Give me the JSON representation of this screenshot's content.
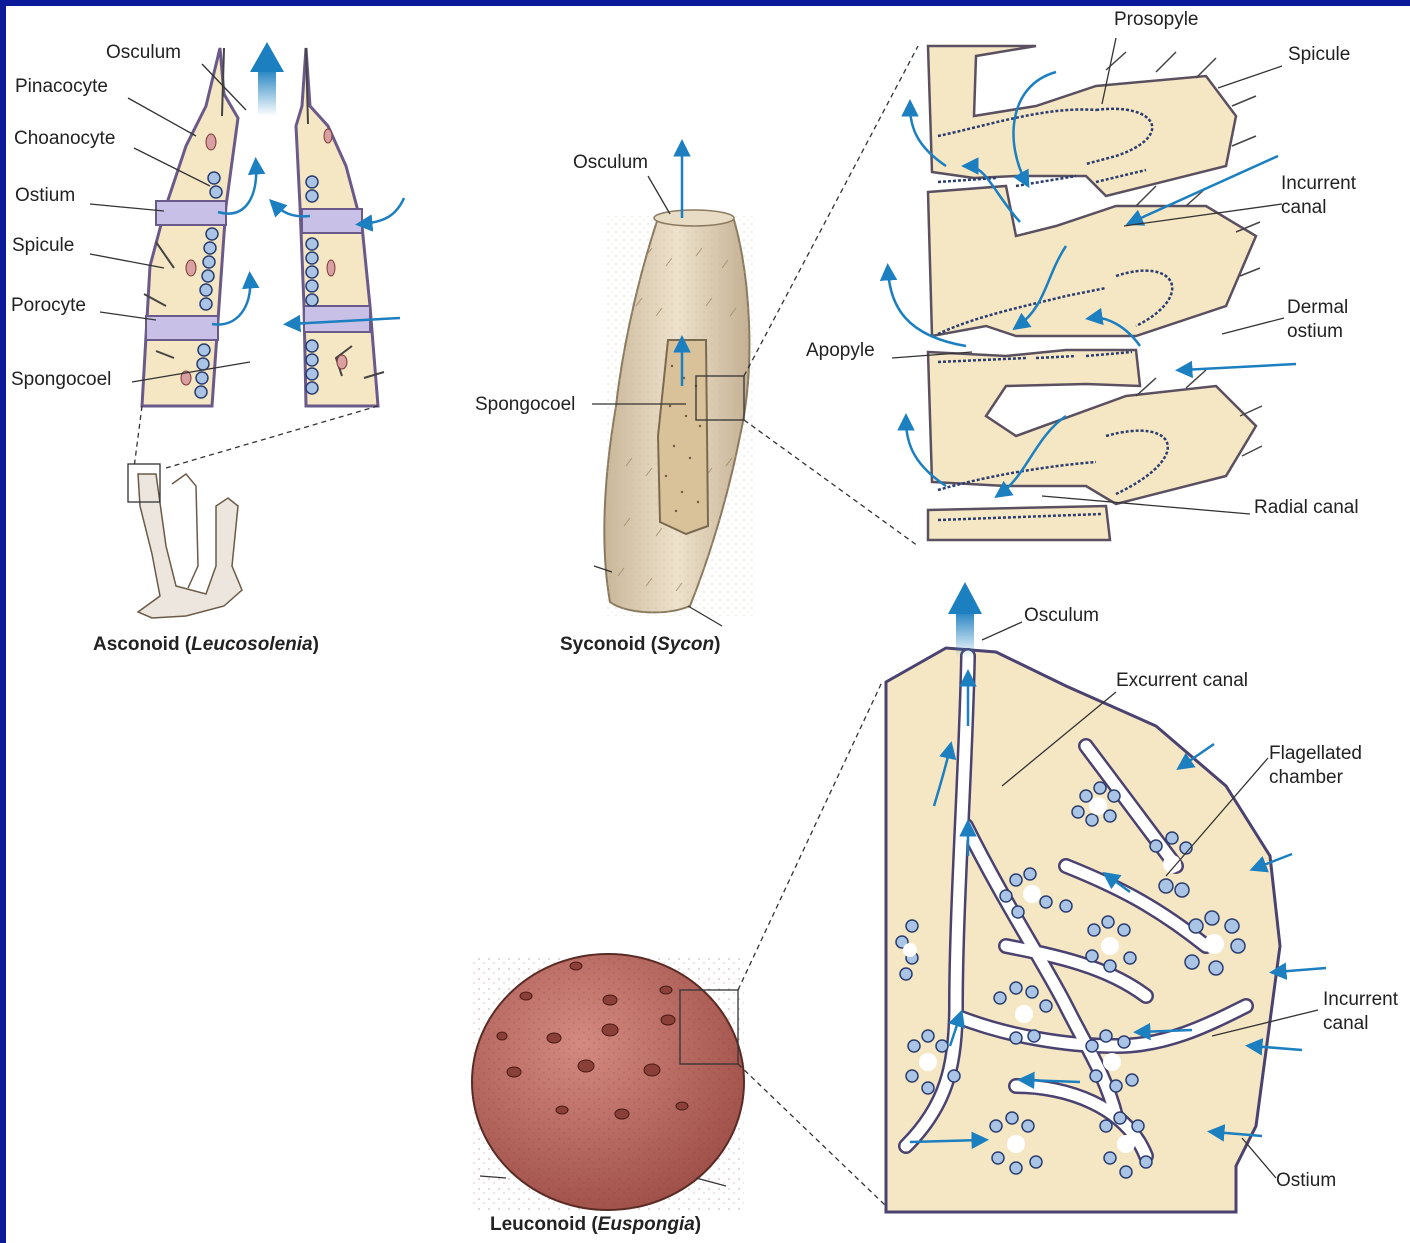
{
  "asconoid": {
    "labels": {
      "osculum": "Osculum",
      "pinacocyte": "Pinacocyte",
      "choanocyte": "Choanocyte",
      "ostium": "Ostium",
      "spicule": "Spicule",
      "porocyte": "Porocyte",
      "spongocoel": "Spongocoel"
    },
    "caption_type": "Asconoid",
    "caption_genus": "Leucosolenia"
  },
  "syconoid": {
    "labels": {
      "osculum": "Osculum",
      "spongocoel": "Spongocoel"
    },
    "caption_type": "Syconoid",
    "caption_genus": "Sycon"
  },
  "syconoid_detail": {
    "labels": {
      "prosopyle": "Prosopyle",
      "spicule": "Spicule",
      "incurrent_canal_1": "Incurrent",
      "incurrent_canal_2": "canal",
      "dermal_ostium_1": "Dermal",
      "dermal_ostium_2": "ostium",
      "apopyle": "Apopyle",
      "radial_canal": "Radial canal"
    }
  },
  "leuconoid": {
    "labels": {
      "osculum": "Osculum",
      "excurrent_canal": "Excurrent canal",
      "flagellated_chamber_1": "Flagellated",
      "flagellated_chamber_2": "chamber",
      "incurrent_canal_1": "Incurrent",
      "incurrent_canal_2": "canal",
      "ostium": "Ostium"
    },
    "caption_type": "Leuconoid",
    "caption_genus": "Euspongia"
  },
  "colors": {
    "frame": "#0a1a9a",
    "flow_arrow": "#1b7fc0",
    "tissue": "#f6e7c4",
    "choanocyte": "#a9c4e4",
    "sponge_body": "#b86a62"
  }
}
